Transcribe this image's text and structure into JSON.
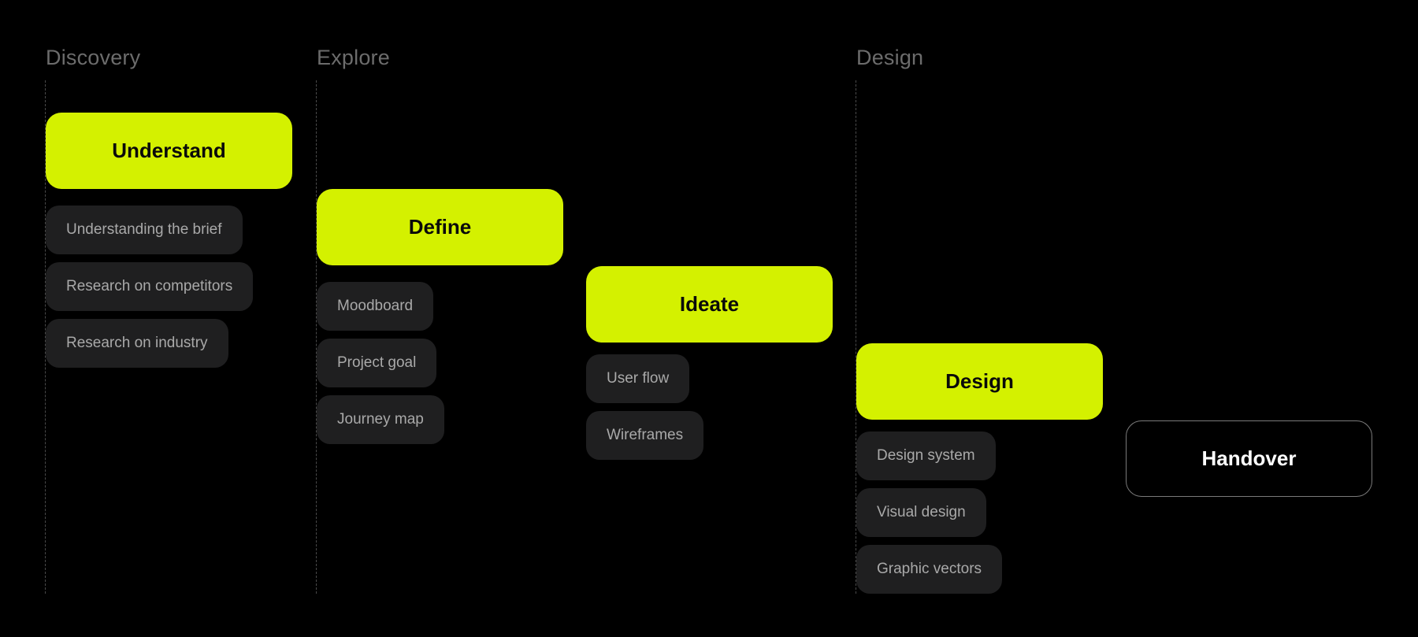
{
  "colors": {
    "background": "#000000",
    "accent": "#d4f100",
    "heading": "#6c6c6c",
    "task_bg": "#1f1f20",
    "task_text": "#a9a9a9",
    "outline": "#7a7a7a"
  },
  "phases": [
    {
      "label": "Discovery"
    },
    {
      "label": "Explore"
    },
    {
      "label": "Design"
    }
  ],
  "stages": [
    {
      "label": "Understand",
      "style": "filled",
      "tasks": [
        "Understanding the brief",
        "Research on competitors",
        "Research on industry"
      ]
    },
    {
      "label": "Define",
      "style": "filled",
      "tasks": [
        "Moodboard",
        "Project goal",
        "Journey map"
      ]
    },
    {
      "label": "Ideate",
      "style": "filled",
      "tasks": [
        "User flow",
        "Wireframes"
      ]
    },
    {
      "label": "Design",
      "style": "filled",
      "tasks": [
        "Design system",
        "Visual design",
        "Graphic vectors"
      ]
    },
    {
      "label": "Handover",
      "style": "outline",
      "tasks": []
    }
  ]
}
